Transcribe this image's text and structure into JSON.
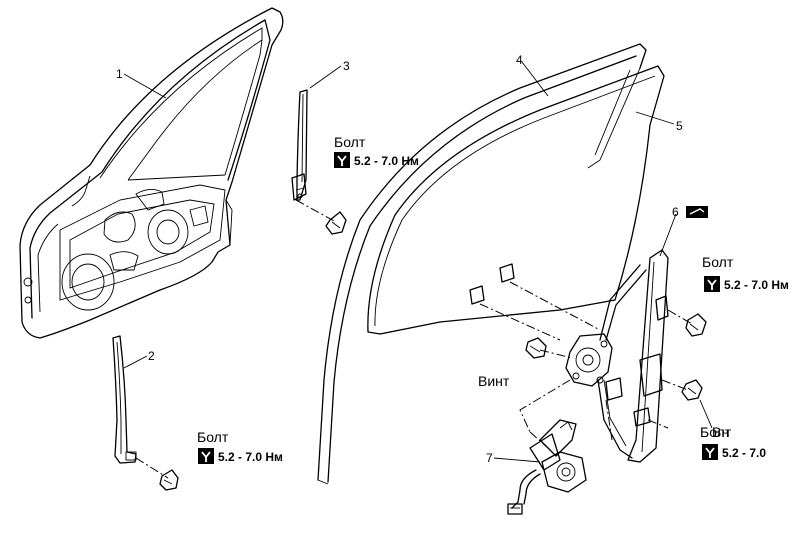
{
  "callouts": {
    "c1": "1",
    "c2": "2",
    "c3": "3",
    "c4": "4",
    "c5": "5",
    "c6": "6",
    "c7": "7"
  },
  "labels": {
    "bolt": "Болт",
    "screw": "Винт",
    "torque_full": "5.2 - 7.0 Нм",
    "torque_short": "5.2 - 7.0",
    "overlap_text": "Вн"
  },
  "icons": [
    "torque-wrench-icon",
    "grease-icon"
  ]
}
